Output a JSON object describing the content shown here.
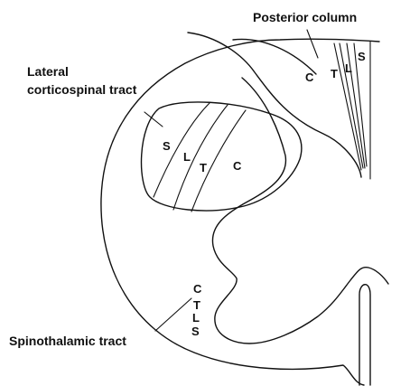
{
  "labels": {
    "posterior_column": "Posterior column",
    "lateral_line1": "Lateral",
    "lateral_line2": "corticospinal tract",
    "spinothalamic": "Spinothalamic tract"
  },
  "posterior_column_letters": [
    "C",
    "T",
    "L",
    "S"
  ],
  "lateral_tract_letters": [
    "S",
    "L",
    "T",
    "C"
  ],
  "spinothalamic_letters": [
    "C",
    "T",
    "L",
    "S"
  ]
}
